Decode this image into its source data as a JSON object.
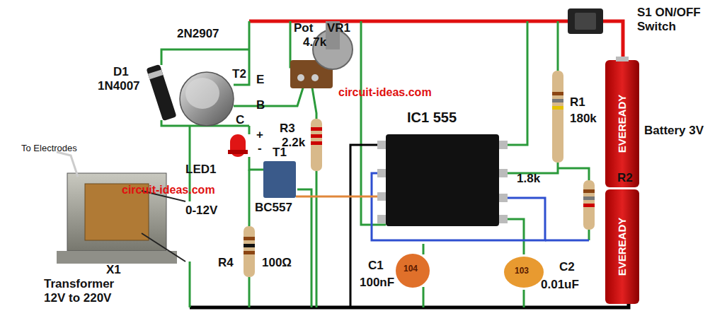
{
  "diagram": {
    "labels": [
      "D1",
      "1N4007",
      "2N2907",
      "T2",
      "E",
      "B",
      "C",
      "+",
      "-",
      "LED1",
      "Pot",
      "VR1",
      "4.7k",
      "circuit-ideas.com",
      "R3",
      "2.2k",
      "IC1 555",
      "R1",
      "180k",
      "1.8k",
      "R2",
      "S1 ON/OFF Switch",
      "Battery 3V",
      "EVEREADY",
      "EVEREADY",
      "T1",
      "BC557",
      "To Electrodes",
      "circuit-ideas.com",
      "0-12V",
      "X1",
      "Transformer 12V to 220V",
      "R4",
      "100Ω",
      "C1",
      "100nF",
      "104",
      "C2",
      "0.01uF",
      "103"
    ]
  }
}
